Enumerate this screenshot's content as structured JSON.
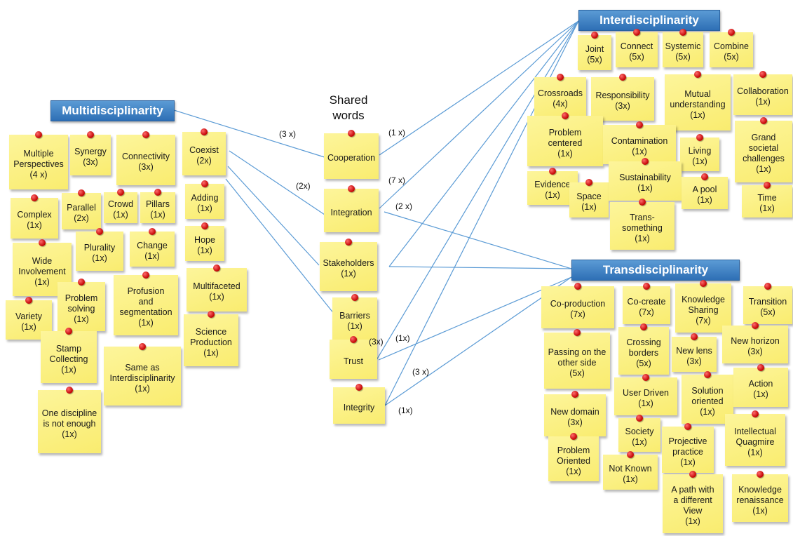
{
  "headers": {
    "multi": "Multidisciplinarity",
    "inter": "Interdisciplinarity",
    "trans": "Transdisciplinarity",
    "shared": "Shared\nwords"
  },
  "shared_words": [
    {
      "id": "cooperation",
      "text": "Cooperation"
    },
    {
      "id": "integration",
      "text": "Integration"
    },
    {
      "id": "stakeholders",
      "text": "Stakeholders\n(1x)"
    },
    {
      "id": "barriers",
      "text": "Barriers\n(1x)"
    },
    {
      "id": "trust",
      "text": "Trust"
    },
    {
      "id": "integrity",
      "text": "Integrity"
    }
  ],
  "multi_notes": [
    {
      "id": "multiple-perspectives",
      "text": "Multiple\nPerspectives\n(4 x)"
    },
    {
      "id": "synergy",
      "text": "Synergy\n(3x)"
    },
    {
      "id": "connectivity",
      "text": "Connectivity\n(3x)"
    },
    {
      "id": "coexist",
      "text": "Coexist\n(2x)"
    },
    {
      "id": "complex",
      "text": "Complex\n(1x)"
    },
    {
      "id": "parallel",
      "text": "Parallel\n(2x)"
    },
    {
      "id": "crowd",
      "text": "Crowd\n(1x)"
    },
    {
      "id": "pillars",
      "text": "Pillars\n(1x)"
    },
    {
      "id": "adding",
      "text": "Adding\n(1x)"
    },
    {
      "id": "plurality",
      "text": "Plurality\n(1x)"
    },
    {
      "id": "change",
      "text": "Change\n(1x)"
    },
    {
      "id": "hope",
      "text": "Hope\n(1x)"
    },
    {
      "id": "wide-involvement",
      "text": "Wide\nInvolvement\n(1x)"
    },
    {
      "id": "variety",
      "text": "Variety\n(1x)"
    },
    {
      "id": "problem-solving",
      "text": "Problem\nsolving\n(1x)"
    },
    {
      "id": "profusion",
      "text": "Profusion\nand\nsegmentation\n(1x)"
    },
    {
      "id": "multifaceted",
      "text": "Multifaceted\n(1x)"
    },
    {
      "id": "science-production",
      "text": "Science\nProduction\n(1x)"
    },
    {
      "id": "stamp-collecting",
      "text": "Stamp\nCollecting\n(1x)"
    },
    {
      "id": "same-as-inter",
      "text": "Same as\nInterdisciplinarity\n(1x)"
    },
    {
      "id": "one-discipline",
      "text": "One discipline\nis not enough\n(1x)"
    }
  ],
  "inter_notes": [
    {
      "id": "joint",
      "text": "Joint\n(5x)"
    },
    {
      "id": "connect",
      "text": "Connect\n(5x)"
    },
    {
      "id": "systemic",
      "text": "Systemic\n(5x)"
    },
    {
      "id": "combine",
      "text": "Combine\n(5x)"
    },
    {
      "id": "crossroads",
      "text": "Crossroads\n(4x)"
    },
    {
      "id": "responsibility",
      "text": "Responsibility\n(3x)"
    },
    {
      "id": "mutual-understanding",
      "text": "Mutual\nunderstanding\n(1x)"
    },
    {
      "id": "collaboration",
      "text": "Collaboration\n(1x)"
    },
    {
      "id": "problem-centered",
      "text": "Problem\ncentered\n(1x)"
    },
    {
      "id": "contamination",
      "text": "Contamination\n(1x)"
    },
    {
      "id": "living",
      "text": "Living\n(1x)"
    },
    {
      "id": "grand-challenges",
      "text": "Grand\nsocietal\nchallenges\n(1x)"
    },
    {
      "id": "evidence",
      "text": "Evidence\n(1x)"
    },
    {
      "id": "space",
      "text": "Space\n(1x)"
    },
    {
      "id": "sustainability",
      "text": "Sustainability\n(1x)"
    },
    {
      "id": "a-pool",
      "text": "A pool\n(1x)"
    },
    {
      "id": "time",
      "text": "Time\n(1x)"
    },
    {
      "id": "trans-something",
      "text": "Trans-\nsomething\n(1x)"
    }
  ],
  "trans_notes": [
    {
      "id": "co-production",
      "text": "Co-production\n(7x)"
    },
    {
      "id": "co-create",
      "text": "Co-create\n(7x)"
    },
    {
      "id": "knowledge-sharing",
      "text": "Knowledge\nSharing\n(7x)"
    },
    {
      "id": "transition",
      "text": "Transition\n(5x)"
    },
    {
      "id": "passing",
      "text": "Passing on the\nother side\n(5x)"
    },
    {
      "id": "crossing-borders",
      "text": "Crossing\nborders\n(5x)"
    },
    {
      "id": "new-lens",
      "text": "New lens\n(3x)"
    },
    {
      "id": "new-horizon",
      "text": "New horizon\n(3x)"
    },
    {
      "id": "user-driven",
      "text": "User Driven\n(1x)"
    },
    {
      "id": "solution-oriented",
      "text": "Solution\noriented\n(1x)"
    },
    {
      "id": "action",
      "text": "Action\n(1x)"
    },
    {
      "id": "new-domain",
      "text": "New domain\n(3x)"
    },
    {
      "id": "society",
      "text": "Society\n(1x)"
    },
    {
      "id": "projective-practice",
      "text": "Projective\npractice\n(1x)"
    },
    {
      "id": "intellectual-quagmire",
      "text": "Intellectual\nQuagmire\n(1x)"
    },
    {
      "id": "problem-oriented",
      "text": "Problem\nOriented\n(1x)"
    },
    {
      "id": "not-known",
      "text": "Not Known\n(1x)"
    },
    {
      "id": "path-different-view",
      "text": "A path with\na different\nView\n(1x)"
    },
    {
      "id": "knowledge-renaissance",
      "text": "Knowledge\nrenaissance\n(1x)"
    }
  ],
  "counts": [
    {
      "id": "multi-cooperation",
      "text": "(3 x)"
    },
    {
      "id": "multi-integration",
      "text": "(2x)"
    },
    {
      "id": "inter-cooperation",
      "text": "(1 x)"
    },
    {
      "id": "inter-integration",
      "text": "(7 x)"
    },
    {
      "id": "trans-integration",
      "text": "(2 x)"
    },
    {
      "id": "trust-left",
      "text": "(3x)"
    },
    {
      "id": "trust-right",
      "text": "(1x)"
    },
    {
      "id": "integrity-upper",
      "text": "(3 x)"
    },
    {
      "id": "integrity-lower",
      "text": "(1x)"
    }
  ],
  "colors": {
    "note": "#f9ec6f",
    "pin": "#c00000",
    "header": "#3c7fc4",
    "connector": "#5b9bd5"
  }
}
